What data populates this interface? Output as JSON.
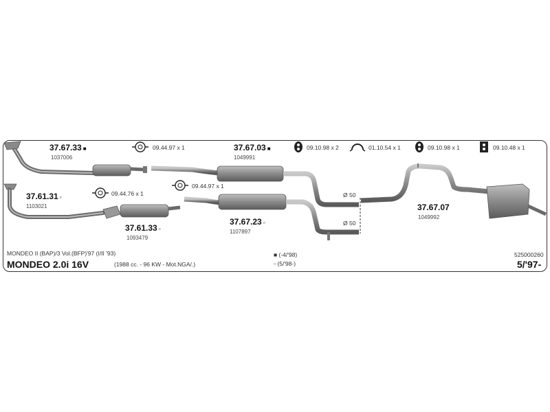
{
  "parts": {
    "p1": {
      "number": "37.67.33",
      "ref": "1037006",
      "marker": "■"
    },
    "p2": {
      "number": "37.61.31",
      "ref": "1103021",
      "marker": "▫"
    },
    "p3": {
      "number": "37.61.33",
      "ref": "1093479",
      "marker": "▫"
    },
    "p4": {
      "number": "37.67.03",
      "ref": "1049991",
      "marker": "■"
    },
    "p5": {
      "number": "37.67.23",
      "ref": "1107897",
      "marker": "▫"
    },
    "p6": {
      "number": "37.67.07",
      "ref": "1049992"
    }
  },
  "hardware": {
    "gasket1": "09.44.97 x 1",
    "gasket2": "09.44.76 x 1",
    "gasket3": "09.44.97 x 1",
    "hanger1": "09.10.98 x 2",
    "clamp1": "01.10.54 x 1",
    "hanger2": "09.10.98 x 1",
    "hanger3": "09.10.48 x 1"
  },
  "diameters": {
    "d1": "Ø 50",
    "d2": "Ø 50"
  },
  "footer": {
    "model_line": "MONDEO II (BAP)/3 Vol.(BFP)'97 (I/II '93)",
    "model_title": "MONDEO 2.0i 16V",
    "engine": "(1988 cc. - 96 KW - Mot.NGA/.)",
    "legend_filled": "■",
    "legend_filled_text": "(-4/'98)",
    "legend_open": "▫",
    "legend_open_text": "(5/'98-)",
    "catalog_no": "525000260",
    "date_range": "5/'97-"
  },
  "colors": {
    "pipe": "#8a8a8a",
    "pipe_dark": "#5e5e5e",
    "pipe_light": "#bdbdbd"
  }
}
